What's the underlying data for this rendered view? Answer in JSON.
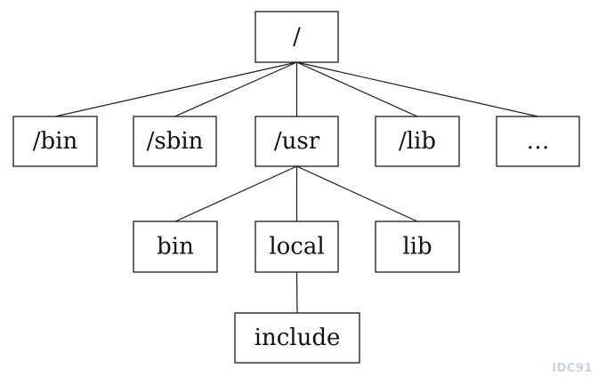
{
  "diagram": {
    "nodes": {
      "root": "/",
      "bin": "/bin",
      "sbin": "/sbin",
      "usr": "/usr",
      "lib": "/lib",
      "more": "…",
      "usr_bin": "bin",
      "usr_local": "local",
      "usr_lib": "lib",
      "usr_local_include": "include"
    },
    "edges": [
      [
        "root",
        "bin"
      ],
      [
        "root",
        "sbin"
      ],
      [
        "root",
        "usr"
      ],
      [
        "root",
        "lib"
      ],
      [
        "root",
        "more"
      ],
      [
        "usr",
        "usr_bin"
      ],
      [
        "usr",
        "usr_local"
      ],
      [
        "usr",
        "usr_lib"
      ],
      [
        "usr_local",
        "usr_local_include"
      ]
    ]
  },
  "watermark": "IDC91"
}
